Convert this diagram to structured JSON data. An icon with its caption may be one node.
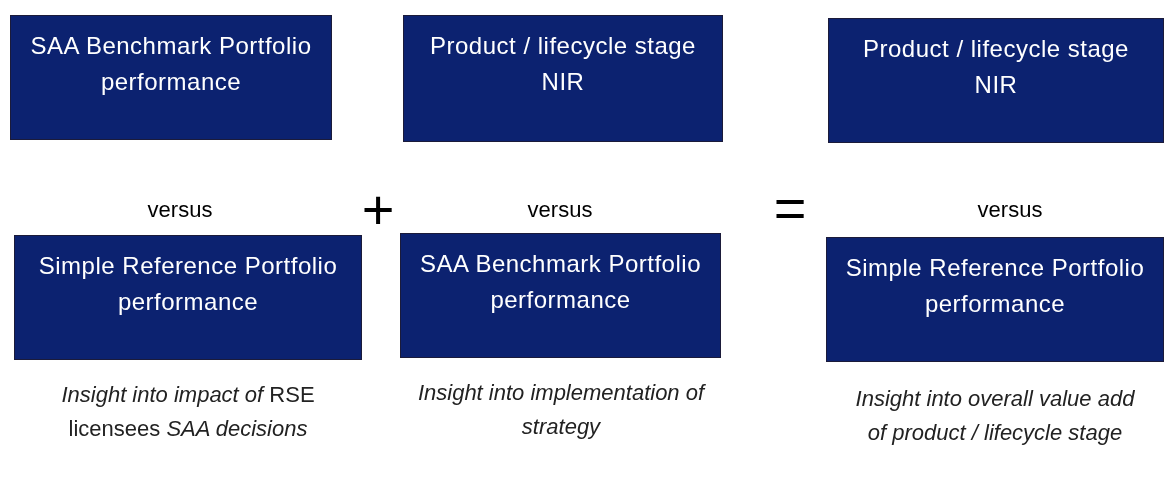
{
  "diagram": {
    "nodes": [
      {
        "text": [
          "SAA Benchmark Portfolio performance"
        ]
      },
      {
        "text": [
          "Product / lifecycle stage NIR"
        ]
      },
      {
        "text": [
          "Product / lifecycle stage NIR"
        ]
      },
      {
        "text": [
          "Simple Reference Portfolio performance"
        ],
        "beside": [
          "*Insight into impact of* RSE licensees *SAA decisions*"
        ]
      },
      {
        "text": [
          "SAA Benchmark Portfolio performance"
        ],
        "beside": [
          "*Insight into implementation of strategy*"
        ]
      },
      {
        "text": [
          "Simple Reference Portfolio performance"
        ],
        "beside": [
          "*Insight into overall value add of product / lifecycle stage*"
        ]
      }
    ],
    "labels": [
      "versus",
      "+",
      "versus",
      "=",
      "versus"
    ]
  }
}
